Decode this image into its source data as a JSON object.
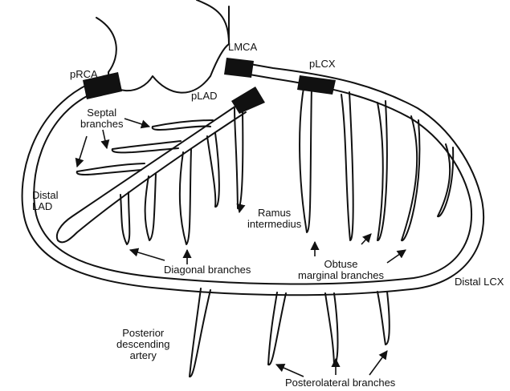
{
  "labels": {
    "prca": "pRCA",
    "lmca": "LMCA",
    "plcx": "pLCX",
    "plad": "pLAD",
    "septal": "Septal\nbranches",
    "distal_lad": "Distal\nLAD",
    "ramus": "Ramus\nintermedius",
    "obtuse": "Obtuse\nmarginal branches",
    "diagonal": "Diagonal branches",
    "distal_lcx": "Distal LCX",
    "pda": "Posterior\ndescending\nartery",
    "posterolateral": "Posterolateral branches"
  },
  "colors": {
    "ink": "#111111",
    "background": "#ffffff"
  }
}
